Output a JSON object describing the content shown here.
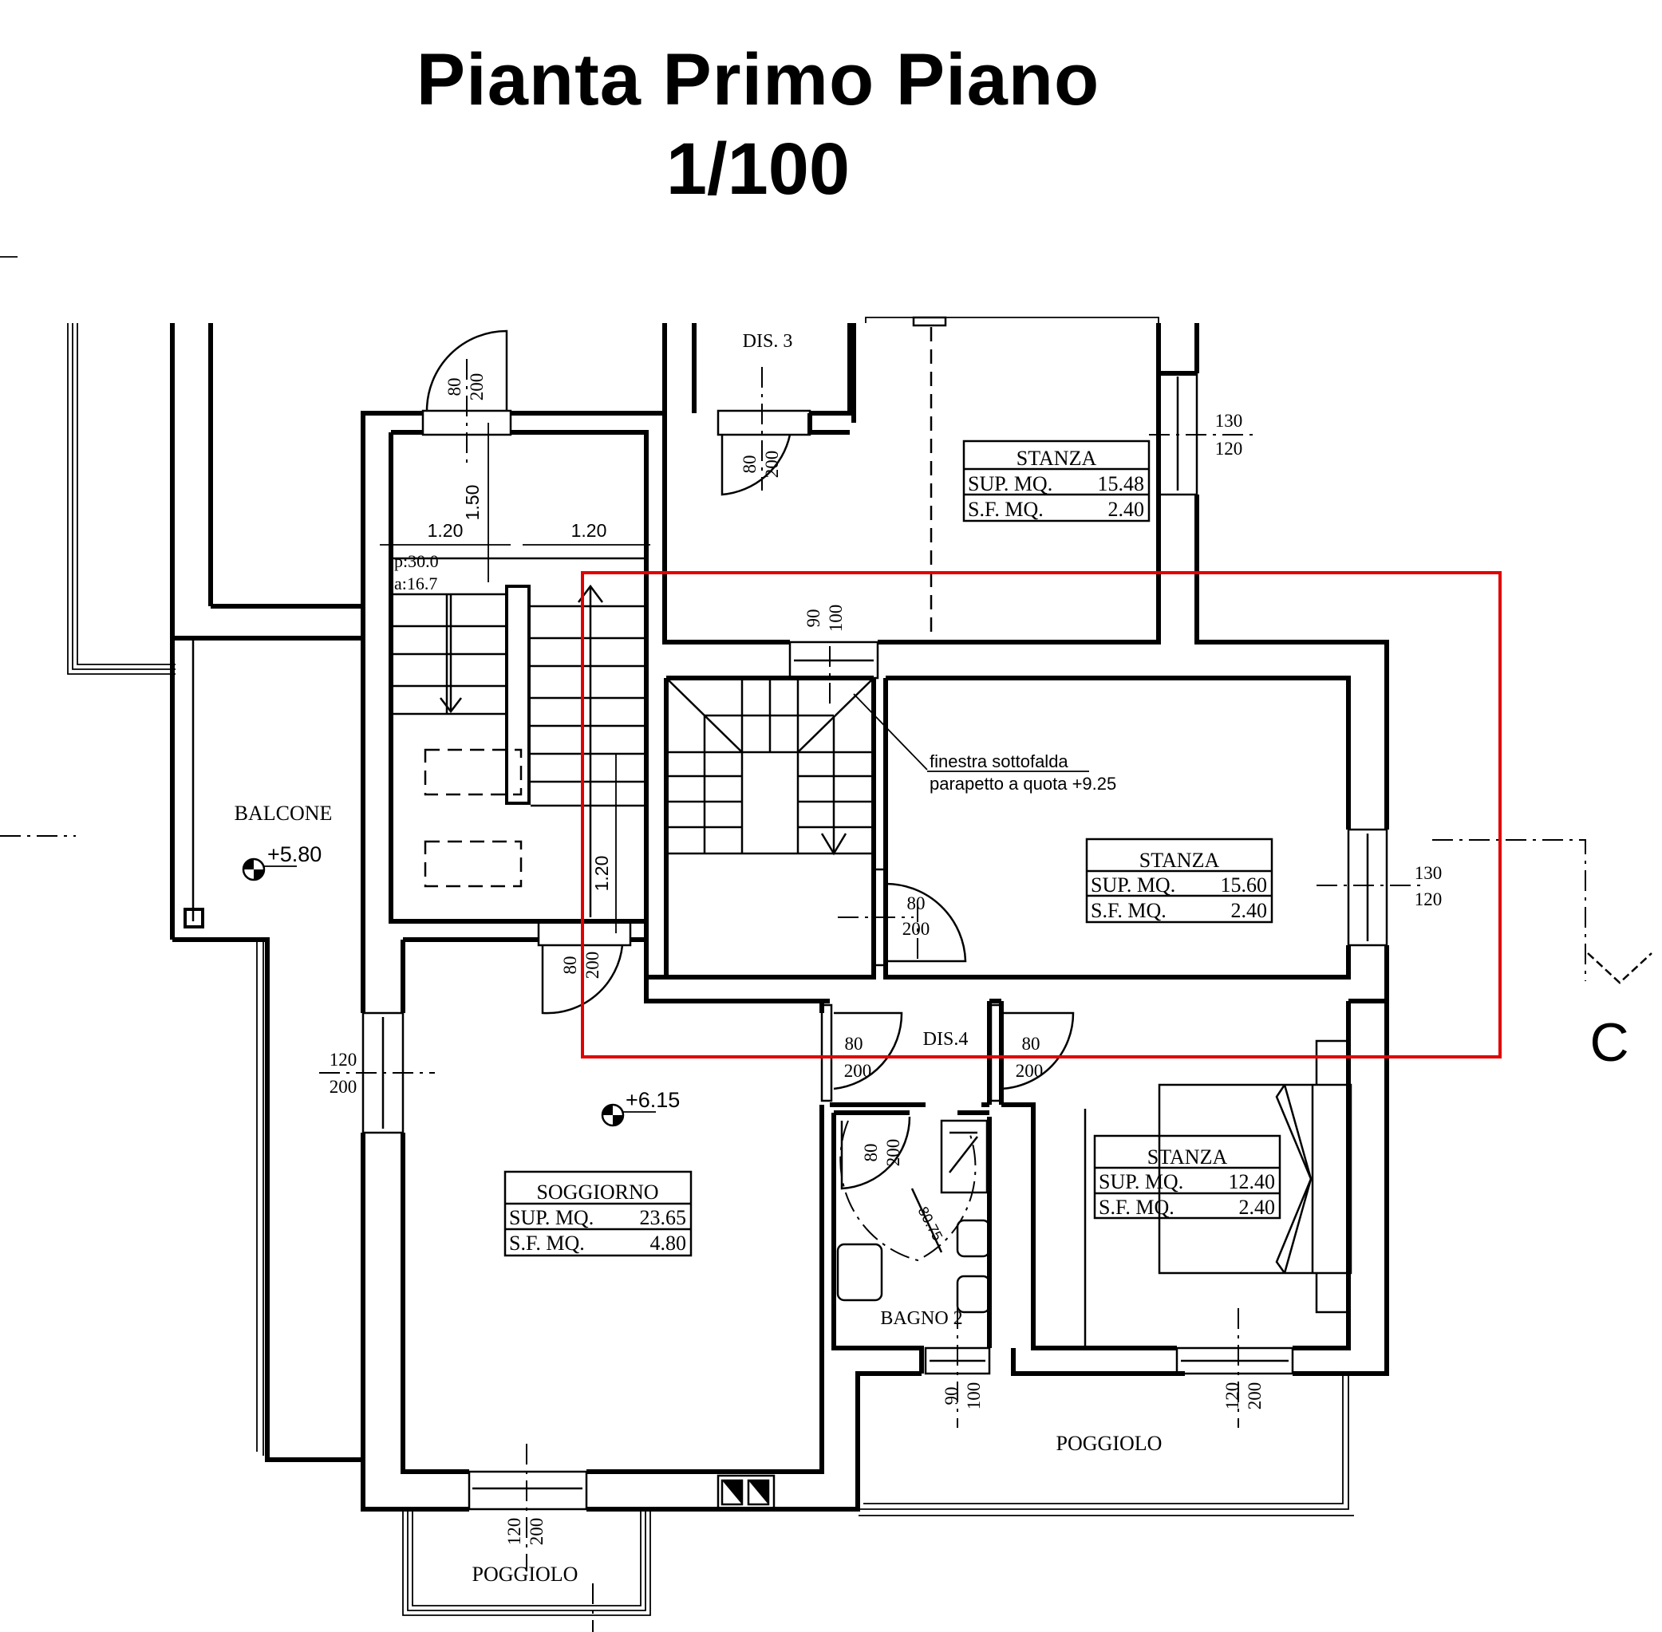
{
  "title": {
    "main": "Pianta Primo Piano",
    "scale": "1/100"
  },
  "colors": {
    "highlight": "#e00000",
    "ink": "#000000"
  },
  "rooms": [
    {
      "name": "STANZA",
      "sup_label": "SUP. MQ.",
      "sup": "15.48",
      "sf_label": "S.F. MQ.",
      "sf": "2.40"
    },
    {
      "name": "STANZA",
      "sup_label": "SUP. MQ.",
      "sup": "15.60",
      "sf_label": "S.F. MQ.",
      "sf": "2.40"
    },
    {
      "name": "STANZA",
      "sup_label": "SUP. MQ.",
      "sup": "12.40",
      "sf_label": "S.F. MQ.",
      "sf": "2.40"
    },
    {
      "name": "SOGGIORNO",
      "sup_label": "SUP. MQ.",
      "sup": "23.65",
      "sf_label": "S.F. MQ.",
      "sf": "4.80"
    }
  ],
  "labels": {
    "dis3": "DIS. 3",
    "dis4": "DIS.4",
    "balcone": "BALCONE",
    "bagno2": "BAGNO 2",
    "poggiolo_right": "POGGIOLO",
    "poggiolo_bottom": "POGGIOLO",
    "section_marker": "C",
    "note_line1": "finestra sottofalda",
    "note_line2": "parapetto a quota +9.25",
    "stair_p": "p:30.0",
    "stair_a": "a:16.7",
    "turn_radius": "80.75"
  },
  "levels": [
    {
      "value": "+5.80"
    },
    {
      "value": "+6.15"
    }
  ],
  "dimensions": {
    "d_120_left": "1.20",
    "d_120_right": "1.20",
    "d_150": "1.50",
    "d_120_vertical": "1.20"
  },
  "openings": [
    {
      "w": "80",
      "h": "200"
    },
    {
      "w": "80",
      "h": "200"
    },
    {
      "w": "130",
      "h": "120"
    },
    {
      "w": "90",
      "h": "100"
    },
    {
      "w": "80",
      "h": "200"
    },
    {
      "w": "130",
      "h": "120"
    },
    {
      "w": "80",
      "h": "200"
    },
    {
      "w": "120",
      "h": "200"
    },
    {
      "w": "80",
      "h": "200"
    },
    {
      "w": "80",
      "h": "200"
    },
    {
      "w": "80",
      "h": "200"
    },
    {
      "w": "90",
      "h": "100"
    },
    {
      "w": "120",
      "h": "200"
    },
    {
      "w": "120",
      "h": "200"
    }
  ]
}
